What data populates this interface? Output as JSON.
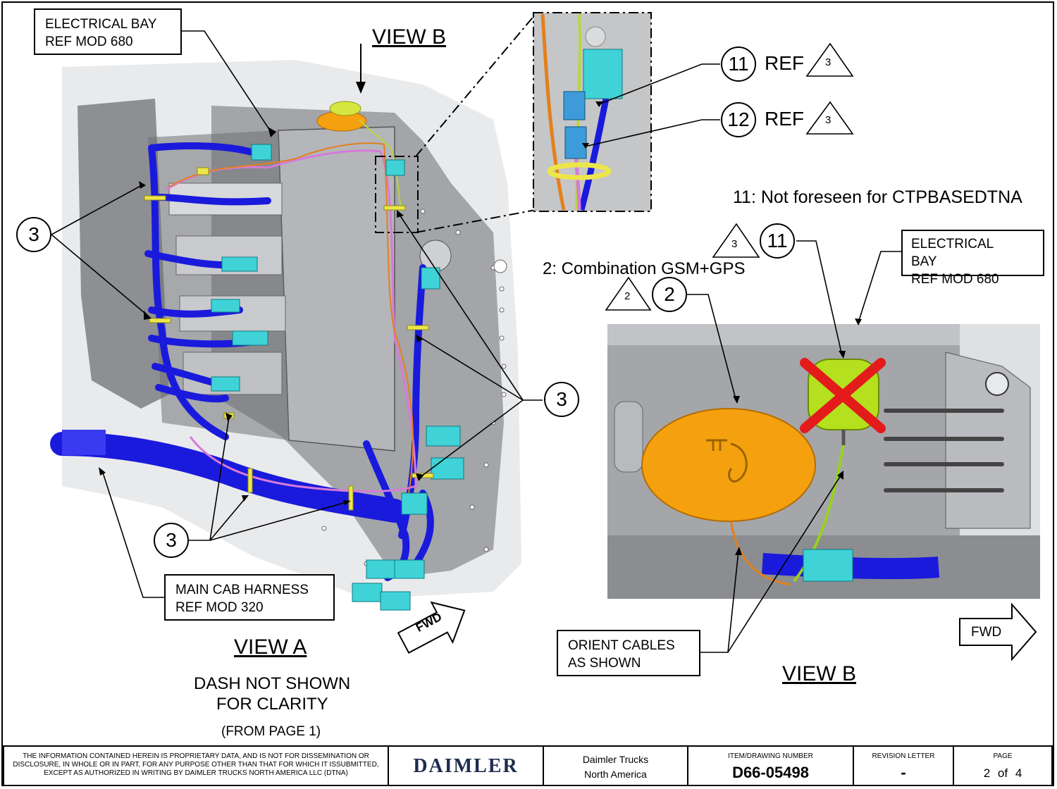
{
  "callouts": {
    "electrical_bay_left": [
      "ELECTRICAL BAY",
      "REF MOD 680"
    ],
    "electrical_bay_right": [
      "ELECTRICAL",
      "BAY",
      "REF MOD 680"
    ],
    "main_cab_harness": [
      "MAIN CAB HARNESS",
      "REF MOD 320"
    ],
    "orient_cables": [
      "ORIENT CABLES",
      "AS SHOWN"
    ]
  },
  "balloons": {
    "item_3": "3",
    "item_11": "11",
    "item_12": "12",
    "item_2": "2"
  },
  "flag_notes": {
    "flag_3": "3",
    "flag_2": "2",
    "ref_label": "REF"
  },
  "notes": {
    "note_11": "11: Not foreseen for CTPBASEDTNA",
    "note_2": "2: Combination GSM+GPS"
  },
  "views": {
    "view_b_top": "VIEW B",
    "view_a": "VIEW A",
    "view_b_bottom": "VIEW B",
    "dash_note_line1": "DASH NOT SHOWN",
    "dash_note_line2": "FOR CLARITY",
    "from_page": "(FROM PAGE 1)"
  },
  "arrows": {
    "fwd_left": "FWD",
    "fwd_right": "FWD"
  },
  "title_block": {
    "proprietary": "THE INFORMATION CONTAINED HEREIN IS PROPRIETARY DATA, AND IS NOT FOR DISSEMINATION OR DISCLOSURE, IN WHOLE OR  IN PART, FOR ANY PURPOSE OTHER THAN THAT FOR WHICH IT ISSUBMITTED, EXCEPT AS AUTHORIZED IN WRITING BY DAIMLER TRUCKS NORTH AMERICA LLC (DTNA)",
    "logo": "DAIMLER",
    "company_line1": "Daimler Trucks",
    "company_line2": "North America",
    "drawing_label": "ITEM/DRAWING NUMBER",
    "drawing_number": "D66-05498",
    "revision_label": "REVISION LETTER",
    "revision_value": "-",
    "page_label": "PAGE",
    "page_current": "2",
    "page_of": "of",
    "page_total": "4"
  },
  "colors": {
    "harness_blue": "#1a1adc",
    "connector_cyan": "#3fd3d8",
    "gps_orange": "#f5a10f",
    "antenna_green": "#b4e01e",
    "tie_yellow": "#ede64a",
    "panel_gray": "#9a9ca0",
    "cross_red": "#e41b1b"
  }
}
